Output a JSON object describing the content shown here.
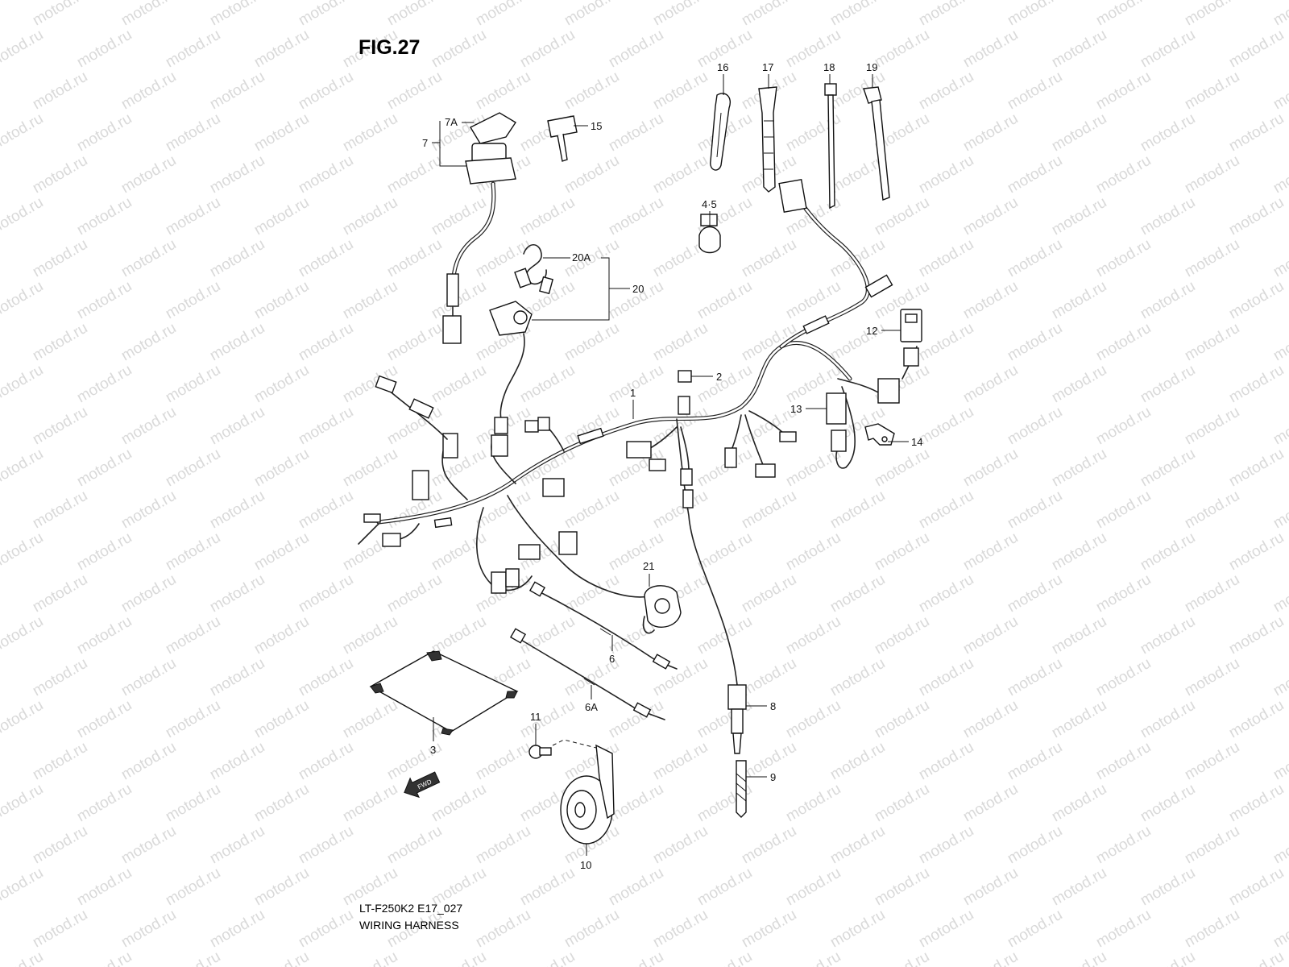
{
  "figure_title": "FIG.27",
  "watermark_text": "motod.ru",
  "footer": {
    "model_code": "LT-F250K2 E17_027",
    "caption": "WIRING HARNESS"
  },
  "callouts": {
    "c1": "1",
    "c2": "2",
    "c3": "3",
    "c45": "4·5",
    "c6": "6",
    "c6a": "6A",
    "c7": "7",
    "c7a": "7A",
    "c8": "8",
    "c9": "9",
    "c10": "10",
    "c11": "11",
    "c12": "12",
    "c13": "13",
    "c14": "14",
    "c15": "15",
    "c16": "16",
    "c17": "17",
    "c18": "18",
    "c19": "19",
    "c20": "20",
    "c20a": "20A",
    "c21": "21"
  },
  "icons": {
    "ignition_switch": "ignition-switch-icon",
    "key": "key-icon",
    "horn": "horn-icon",
    "forward_arrow": "fwd-arrow-icon"
  },
  "fwd_arrow_text": "FWD",
  "colors": {
    "line": "#111111",
    "watermark": "#d9d9d9"
  }
}
